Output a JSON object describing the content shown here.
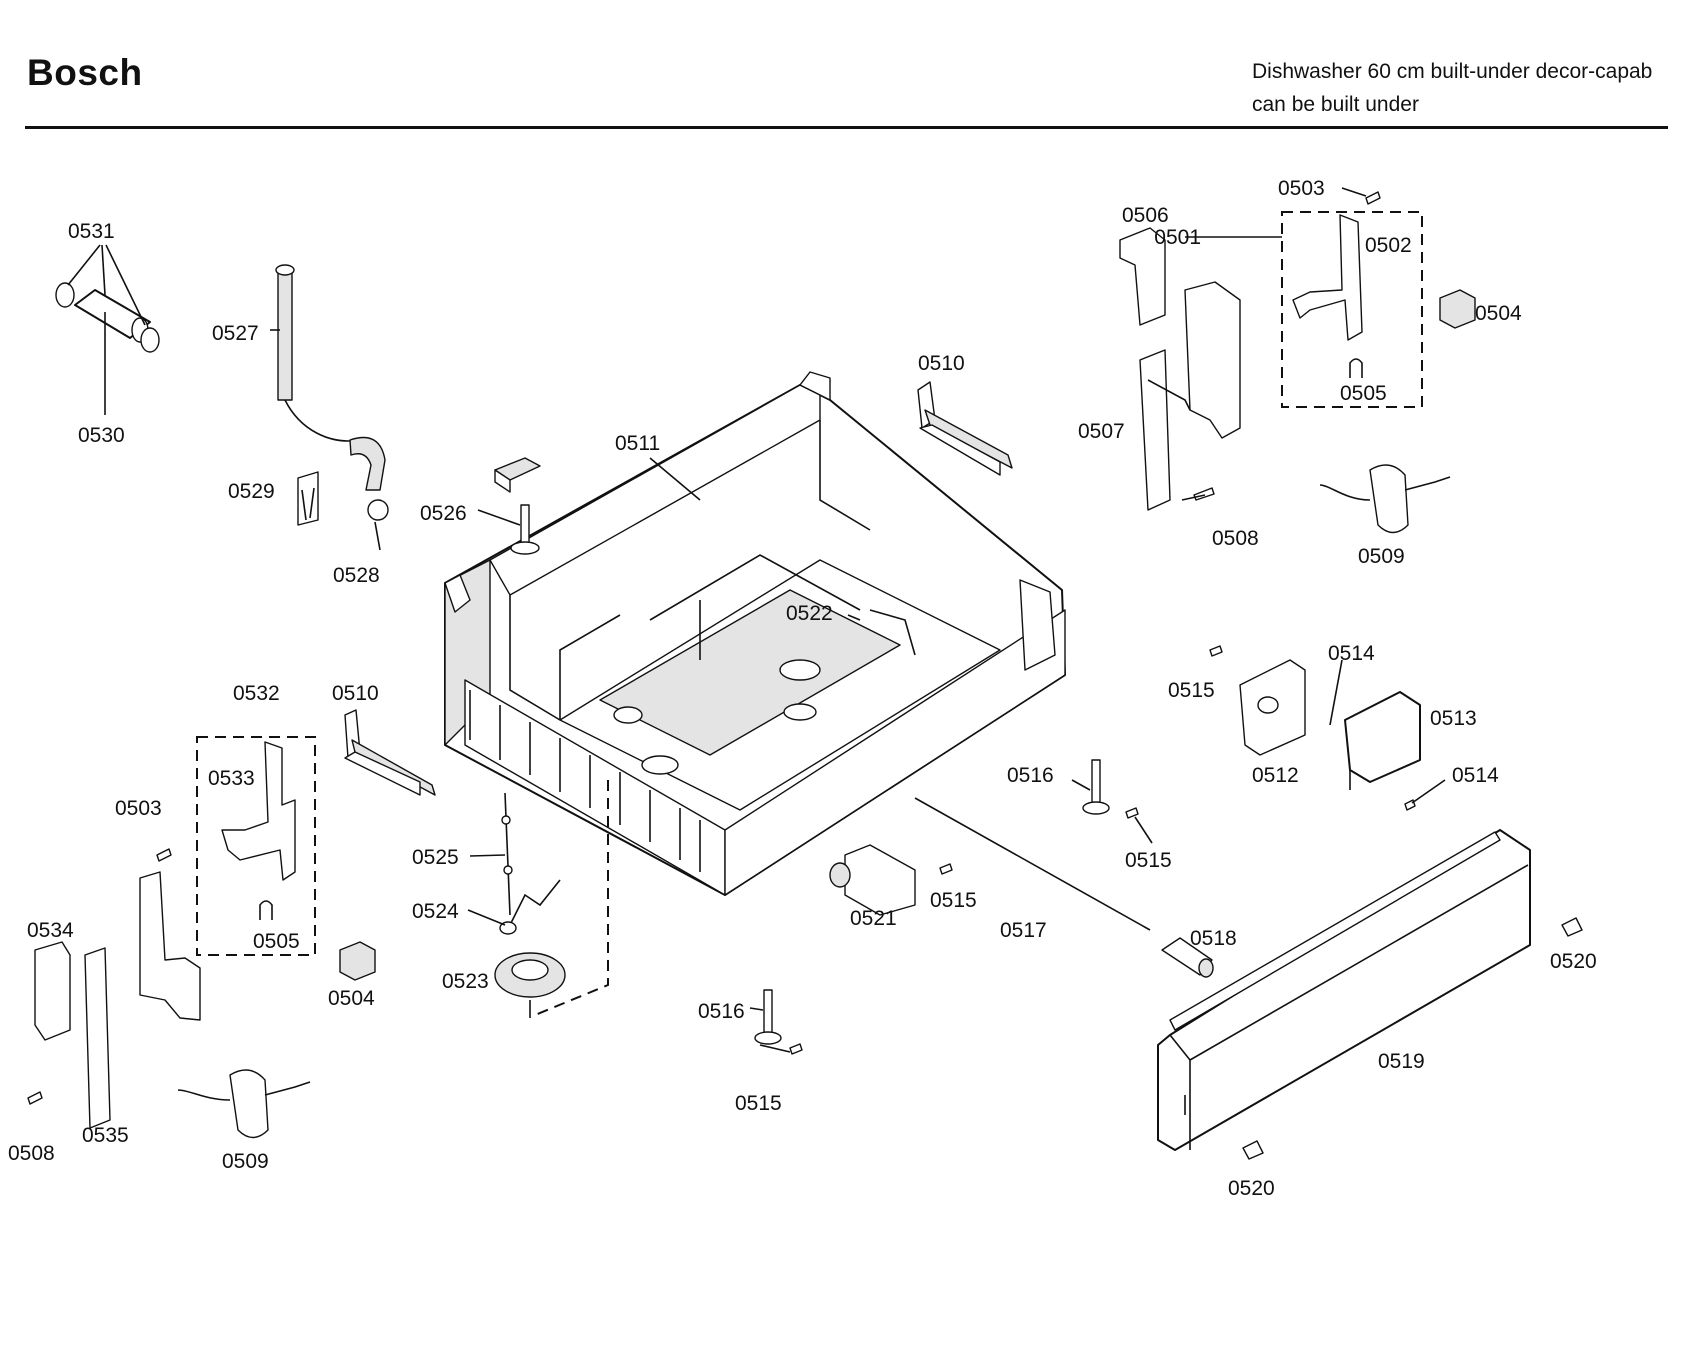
{
  "header": {
    "brand": "Bosch",
    "description_line1": "Dishwasher 60 cm built-under decor-capab",
    "description_line2": "can be built under"
  },
  "part_labels": {
    "p0501": "0501",
    "p0502": "0502",
    "p0503a": "0503",
    "p0503b": "0503",
    "p0504a": "0504",
    "p0504b": "0504",
    "p0505a": "0505",
    "p0505b": "0505",
    "p0506": "0506",
    "p0507": "0507",
    "p0508a": "0508",
    "p0508b": "0508",
    "p0509a": "0509",
    "p0509b": "0509",
    "p0510a": "0510",
    "p0510b": "0510",
    "p0511": "0511",
    "p0512": "0512",
    "p0513": "0513",
    "p0514a": "0514",
    "p0514b": "0514",
    "p0515a": "0515",
    "p0515b": "0515",
    "p0515c": "0515",
    "p0515d": "0515",
    "p0516a": "0516",
    "p0516b": "0516",
    "p0517": "0517",
    "p0518": "0518",
    "p0519": "0519",
    "p0520a": "0520",
    "p0520b": "0520",
    "p0521": "0521",
    "p0522": "0522",
    "p0523": "0523",
    "p0524": "0524",
    "p0525": "0525",
    "p0526": "0526",
    "p0527": "0527",
    "p0528": "0528",
    "p0529": "0529",
    "p0530": "0530",
    "p0531": "0531",
    "p0532": "0532",
    "p0533": "0533",
    "p0534": "0534",
    "p0535": "0535"
  }
}
